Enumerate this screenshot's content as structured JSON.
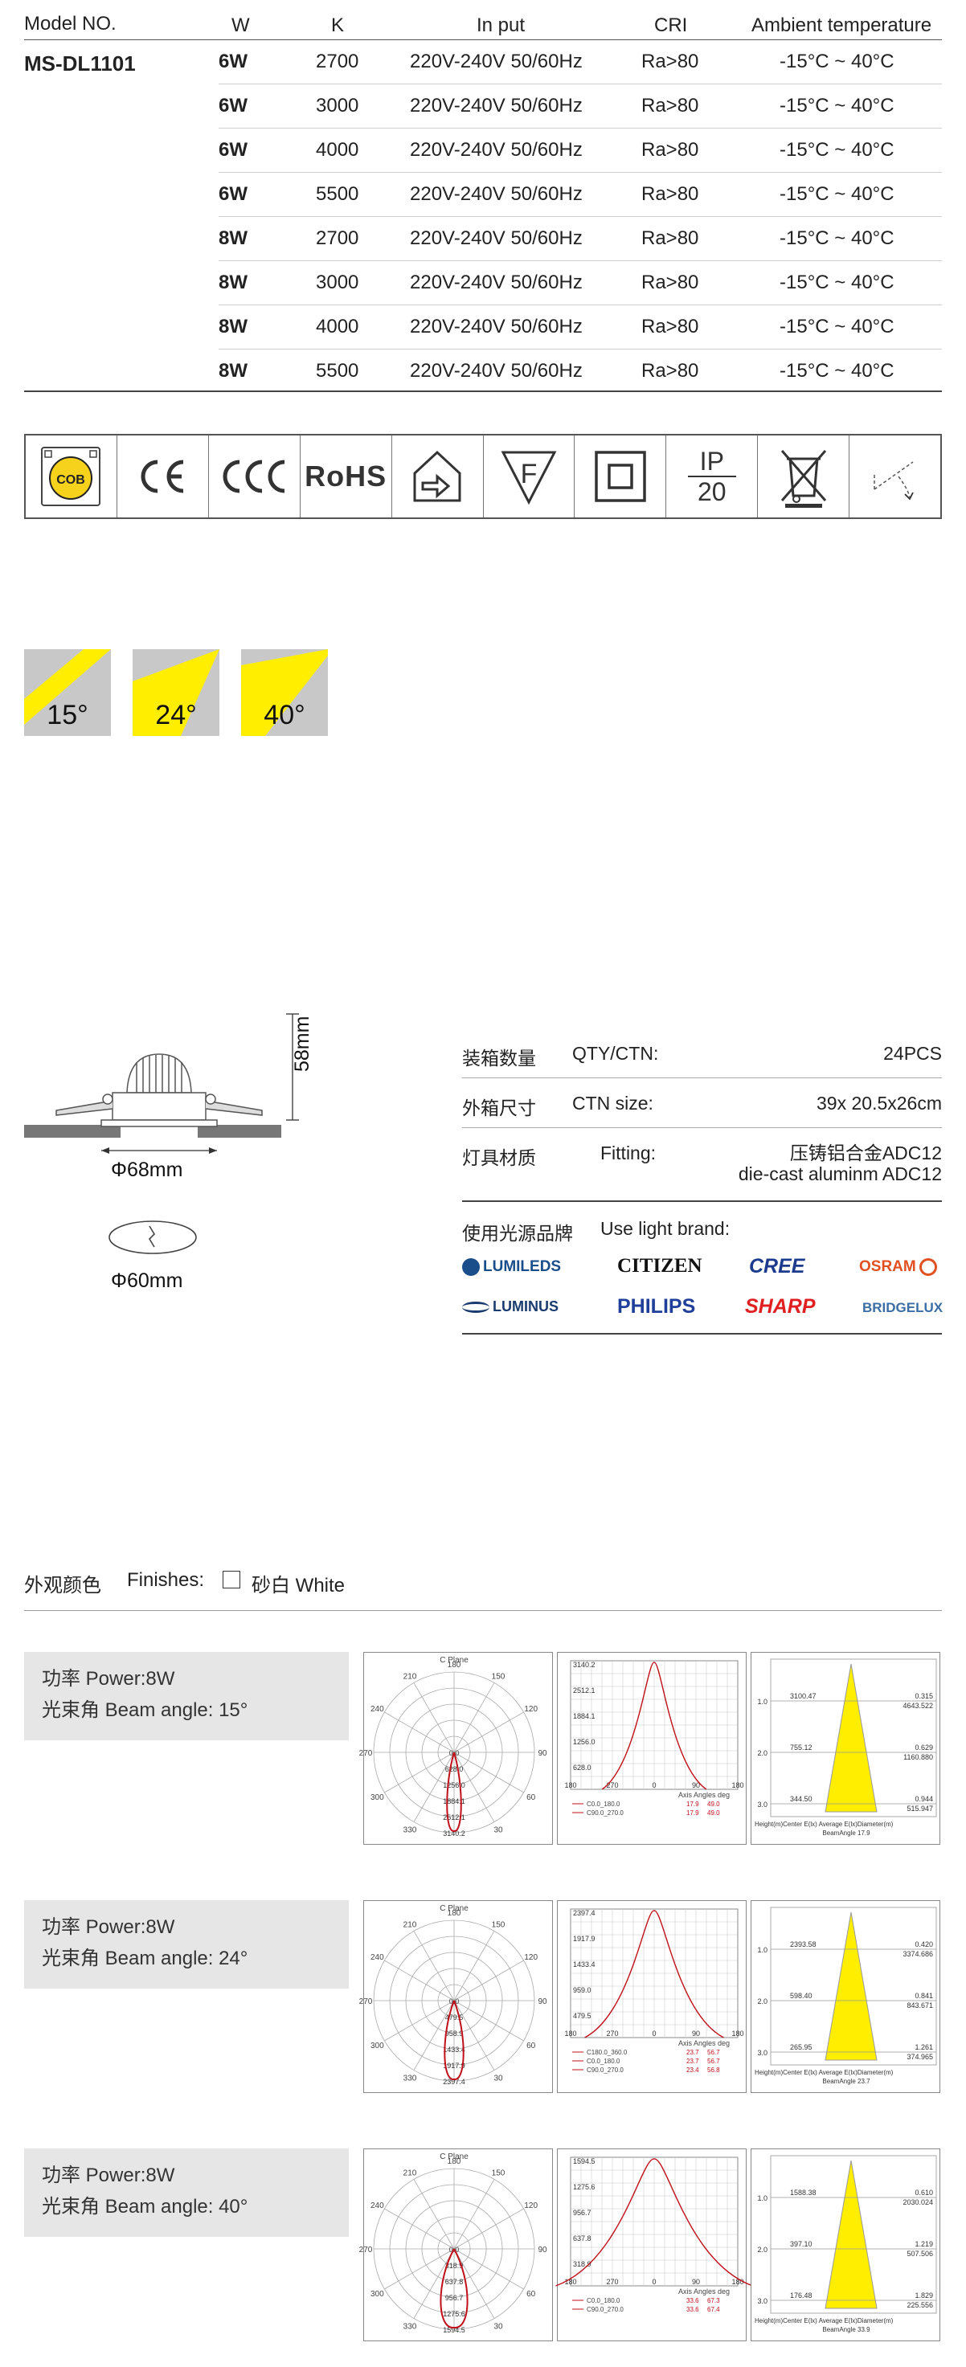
{
  "spec": {
    "headers": {
      "model": "Model NO.",
      "w": "W",
      "k": "K",
      "input": "In put",
      "cri": "CRI",
      "ambient": "Ambient temperature"
    },
    "model": "MS-DL1101",
    "rows": [
      {
        "w": "6W",
        "k": "2700",
        "input": "220V-240V 50/60Hz",
        "cri": "Ra>80",
        "ambient": "-15°C ~ 40°C"
      },
      {
        "w": "6W",
        "k": "3000",
        "input": "220V-240V 50/60Hz",
        "cri": "Ra>80",
        "ambient": "-15°C ~ 40°C"
      },
      {
        "w": "6W",
        "k": "4000",
        "input": "220V-240V 50/60Hz",
        "cri": "Ra>80",
        "ambient": "-15°C ~ 40°C"
      },
      {
        "w": "6W",
        "k": "5500",
        "input": "220V-240V 50/60Hz",
        "cri": "Ra>80",
        "ambient": "-15°C ~ 40°C"
      },
      {
        "w": "8W",
        "k": "2700",
        "input": "220V-240V 50/60Hz",
        "cri": "Ra>80",
        "ambient": "-15°C ~ 40°C"
      },
      {
        "w": "8W",
        "k": "3000",
        "input": "220V-240V 50/60Hz",
        "cri": "Ra>80",
        "ambient": "-15°C ~ 40°C"
      },
      {
        "w": "8W",
        "k": "4000",
        "input": "220V-240V 50/60Hz",
        "cri": "Ra>80",
        "ambient": "-15°C ~ 40°C"
      },
      {
        "w": "8W",
        "k": "5500",
        "input": "220V-240V 50/60Hz",
        "cri": "Ra>80",
        "ambient": "-15°C ~ 40°C"
      }
    ]
  },
  "certs": {
    "cob": "COB",
    "ce": "CE",
    "ccc": "CCC",
    "rohs": "RoHS",
    "ip": "IP",
    "ip_num": "20",
    "icons": [
      "cob-icon",
      "ce-mark-icon",
      "ccc-mark-icon",
      "rohs-icon",
      "indoor-use-icon",
      "f-mark-icon",
      "double-insulation-icon",
      "ip20-icon",
      "weee-bin-icon",
      "tilt-angle-icon"
    ]
  },
  "beams": [
    "15°",
    "24°",
    "40°"
  ],
  "beam_color": "#ffee00",
  "drawing": {
    "height": "58mm",
    "outer": "Φ68mm",
    "cutout": "Φ60mm"
  },
  "info": {
    "qty_cn": "装箱数量",
    "qty_en": "QTY/CTN:",
    "qty_val": "24PCS",
    "size_cn": "外箱尺寸",
    "size_en": "CTN size:",
    "size_val": "39x 20.5x26cm",
    "fit_cn": "灯具材质",
    "fit_en": "Fitting:",
    "fit_val1": "压铸铝合金ADC12",
    "fit_val2": "die-cast aluminm ADC12",
    "brand_cn": "使用光源品牌",
    "brand_en": "Use light brand:",
    "brands": [
      "LUMILEDS",
      "CITIZEN",
      "CREE",
      "OSRAM",
      "LUMINUS",
      "PHILIPS",
      "SHARP",
      "BRIDGELUX"
    ]
  },
  "finish": {
    "cn": "外观颜色",
    "en": "Finishes:",
    "option": "砂白 White"
  },
  "photometrics": [
    {
      "power": "功率 Power:8W",
      "beam": "光束角 Beam angle: 15°",
      "polar_title": "C Plane",
      "polar_angles": [
        "180",
        "210",
        "150",
        "240",
        "120",
        "270",
        "90",
        "300",
        "60",
        "330",
        "30"
      ],
      "polar_rings": [
        "628.0",
        "1256.0",
        "1884.1",
        "2512.1",
        "3140.2"
      ],
      "polar_center": "0.0",
      "cart_yticks": [
        "3140.2",
        "2512.1",
        "1884.1",
        "1256.0",
        "628.0"
      ],
      "cart_xticks": [
        "180",
        "270",
        "0",
        "90",
        "180"
      ],
      "cart_legend_title": "Axis Angles  deg",
      "cart_legend": [
        {
          "name": "C0.0_180.0",
          "a": "17.9",
          "b": "49.0"
        },
        {
          "name": "C90.0_270.0",
          "a": "17.9",
          "b": "49.0"
        }
      ],
      "cone_rows": [
        {
          "h": "1.0",
          "e": "3100.47",
          "r1": "0.315",
          "r2": "4643.522"
        },
        {
          "h": "2.0",
          "e": "755.12",
          "r1": "0.629",
          "r2": "1160.880"
        },
        {
          "h": "3.0",
          "e": "344.50",
          "r1": "0.944",
          "r2": "515.947"
        }
      ],
      "cone_footer1": "Height(m)Center E(lx)     Average E(lx)Diameter(m)",
      "cone_footer2": "BeamAngle 17.9"
    },
    {
      "power": "功率 Power:8W",
      "beam": "光束角 Beam angle: 24°",
      "polar_title": "C Plane",
      "polar_angles": [
        "180",
        "210",
        "150",
        "240",
        "120",
        "270",
        "90",
        "300",
        "60",
        "330",
        "30"
      ],
      "polar_rings": [
        "479.5",
        "958.9",
        "1433.4",
        "1917.9",
        "2397.4"
      ],
      "polar_center": "0.0",
      "cart_yticks": [
        "2397.4",
        "1917.9",
        "1433.4",
        "959.0",
        "479.5"
      ],
      "cart_xticks": [
        "180",
        "270",
        "0",
        "90",
        "180"
      ],
      "cart_legend_title": "Axis Angles  deg",
      "cart_legend": [
        {
          "name": "C180.0_360.0",
          "a": "23.7",
          "b": "56.7"
        },
        {
          "name": "C0.0_180.0",
          "a": "23.7",
          "b": "56.7"
        },
        {
          "name": "C90.0_270.0",
          "a": "23.4",
          "b": "56.8"
        }
      ],
      "cone_rows": [
        {
          "h": "1.0",
          "e": "2393.58",
          "r1": "0.420",
          "r2": "3374.686"
        },
        {
          "h": "2.0",
          "e": "598.40",
          "r1": "0.841",
          "r2": "843.671"
        },
        {
          "h": "3.0",
          "e": "265.95",
          "r1": "1.261",
          "r2": "374.965"
        }
      ],
      "cone_footer1": "Height(m)Center E(lx)     Average E(lx)Diameter(m)",
      "cone_footer2": "BeamAngle 23.7"
    },
    {
      "power": "功率 Power:8W",
      "beam": "光束角 Beam angle: 40°",
      "polar_title": "C Plane",
      "polar_angles": [
        "180",
        "210",
        "150",
        "240",
        "120",
        "270",
        "90",
        "300",
        "60",
        "330",
        "30"
      ],
      "polar_rings": [
        "318.9",
        "637.8",
        "956.7",
        "1275.6",
        "1594.5"
      ],
      "polar_center": "0.0",
      "cart_yticks": [
        "1594.5",
        "1275.6",
        "956.7",
        "637.8",
        "318.9"
      ],
      "cart_xticks": [
        "180",
        "270",
        "0",
        "90",
        "180"
      ],
      "cart_legend_title": "Axis Angles  deg",
      "cart_legend": [
        {
          "name": "C0.0_180.0",
          "a": "33.6",
          "b": "67.3"
        },
        {
          "name": "C90.0_270.0",
          "a": "33.6",
          "b": "67.4"
        }
      ],
      "cone_rows": [
        {
          "h": "1.0",
          "e": "1588.38",
          "r1": "0.610",
          "r2": "2030.024"
        },
        {
          "h": "2.0",
          "e": "397.10",
          "r1": "1.219",
          "r2": "507.506"
        },
        {
          "h": "3.0",
          "e": "176.48",
          "r1": "1.829",
          "r2": "225.556"
        }
      ],
      "cone_footer1": "Height(m)Center E(lx)     Average E(lx)Diameter(m)",
      "cone_footer2": "BeamAngle 33.9"
    }
  ]
}
